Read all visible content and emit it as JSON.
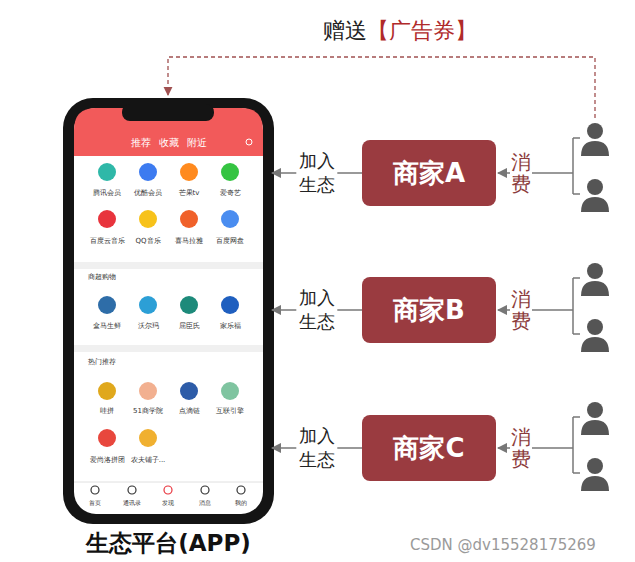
{
  "diagram": {
    "nodes": [
      {
        "text": [
          "生态平台(APP)"
        ]
      },
      {
        "text": [
          "商家A"
        ]
      },
      {
        "text": [
          "商家B"
        ]
      },
      {
        "text": [
          "商家C"
        ]
      }
    ],
    "edges": [
      {
        "from": 1,
        "to": 0,
        "arrow": "to",
        "label": "加入 生态"
      },
      {
        "from": 2,
        "to": 0,
        "arrow": "to",
        "label": "加入 生态"
      },
      {
        "from": 3,
        "to": 0,
        "arrow": "to",
        "label": "加入 生态"
      }
    ],
    "labels": [
      "赠送",
      "【广告券】",
      "推荐",
      "收藏",
      "附近",
      "腾讯会员",
      "优酷会员",
      "芒果tv",
      "爱奇艺",
      "百度云音乐",
      "QQ音乐",
      "喜马拉雅",
      "百度网盘",
      "商超购物",
      "盒马生鲜",
      "沃尔玛",
      "屈臣氏",
      "家乐福",
      "热门推荐",
      "哇拼",
      "51商学院",
      "点滴链",
      "互联引擎",
      "爱尚洛拼团",
      "农夫铺子...",
      "首页",
      "通讯录",
      "发现",
      "消息",
      "我的",
      "消费",
      "消费",
      "消费",
      "CSDN @dv15528175269"
    ]
  }
}
